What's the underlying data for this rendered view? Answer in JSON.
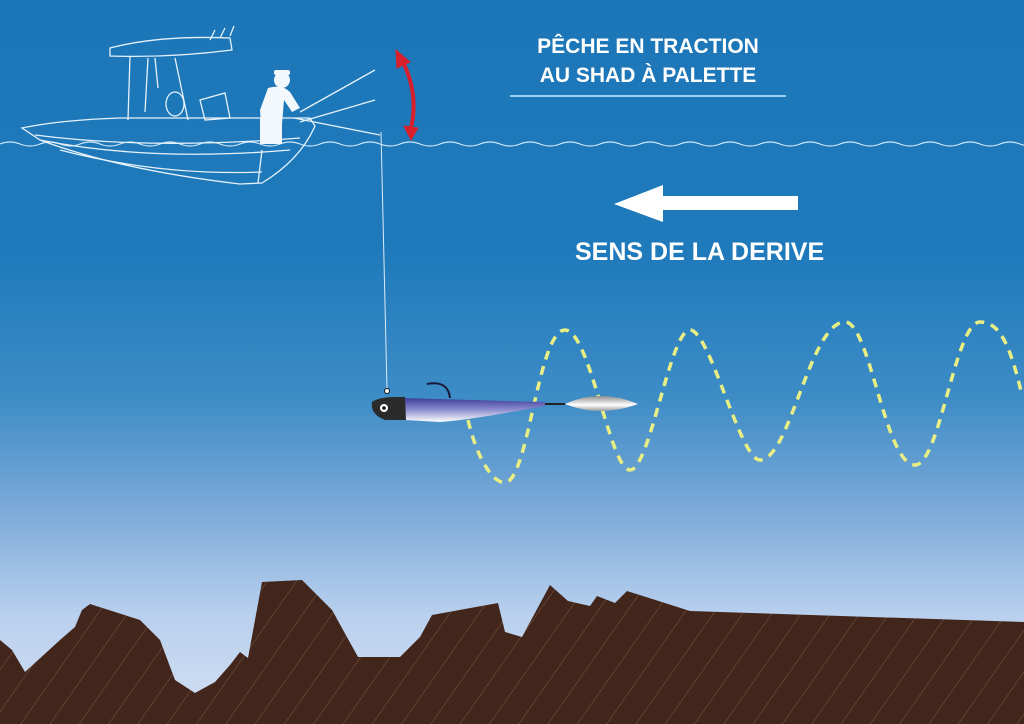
{
  "diagram": {
    "title_line1": "PÊCHE EN TRACTION",
    "title_line2": "AU SHAD À PALETTE",
    "drift_label": "SENS DE LA DERIVE",
    "elements": [
      "boat-with-angler",
      "rod-motion-arrow",
      "fishing-line",
      "shad-lure-with-blade",
      "lure-swim-path",
      "drift-direction-arrow",
      "rocky-seabed"
    ],
    "colors": {
      "water_top": "#1c76b8",
      "water_bottom": "#d3e0f2",
      "seabed": "#42261c",
      "swim_path": "#e8ee84",
      "rod_arrow": "#d7202c",
      "text": "#ffffff"
    }
  }
}
